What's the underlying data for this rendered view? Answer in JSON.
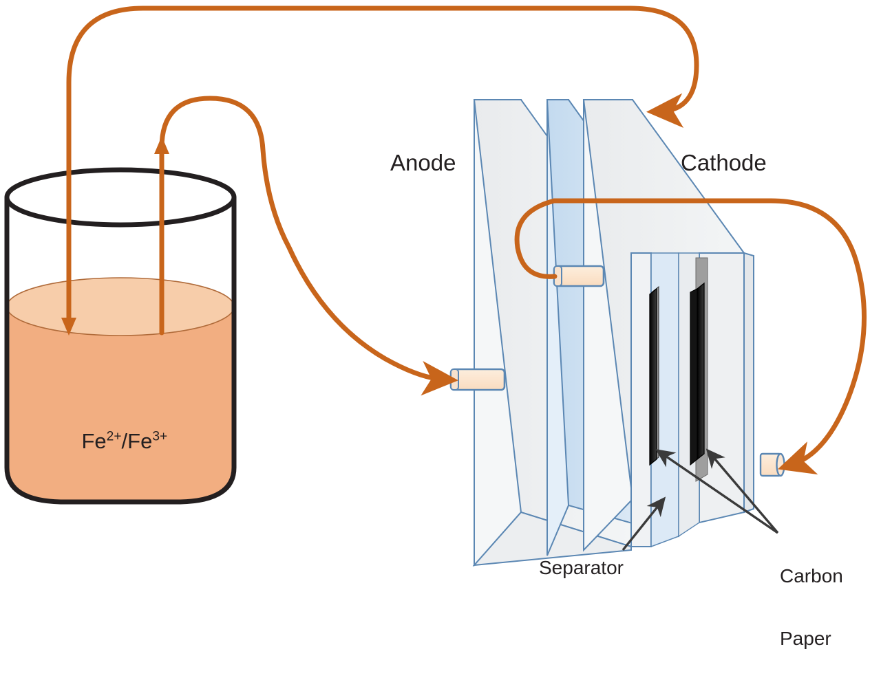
{
  "figure": {
    "title": "Redox flow cell schematic with external electrolyte reservoir",
    "background_color": "#ffffff"
  },
  "labels": {
    "anode": "Anode",
    "cathode": "Cathode",
    "separator": "Separator",
    "carbon_paper_line1": "Carbon",
    "carbon_paper_line2": "Paper",
    "electrolyte_species": "Fe2+/Fe3+",
    "electrolyte_ion_1": "Fe",
    "electrolyte_ion_1_charge": "2+",
    "electrolyte_separator_slash": "/",
    "electrolyte_ion_2": "Fe",
    "electrolyte_ion_2_charge": "3+"
  },
  "colors": {
    "tube_orange": "#c8651b",
    "electrolyte_body": "#f2ae81",
    "electrolyte_surface": "#f7cdaa",
    "beaker_outline": "#231f20",
    "plate_face": "#eceef0",
    "plate_top": "#f2f4f6",
    "plate_edge": "#5b87b3",
    "separator_face": "#cfe0f0",
    "separator_top": "#e2edf8",
    "carbon_paper": "#111111",
    "carbon_paper_gray": "#8d8d8d",
    "port_fill": "#fce5d0",
    "port_edge": "#5b87b3",
    "leader_arrow": "#231f20",
    "text": "#231f20"
  },
  "components": {
    "beaker": {
      "name": "electrolyte-reservoir",
      "shape": "open-top cylinder",
      "fill_level": "approximately 70 percent"
    },
    "cell_stack": {
      "name": "electrochemical-cell-stack",
      "plate_count": 3,
      "plates": [
        {
          "name": "anode-endplate",
          "position": "left",
          "color": "#eceef0"
        },
        {
          "name": "separator-plate",
          "position": "middle",
          "color": "#cfe0f0"
        },
        {
          "name": "cathode-endplate",
          "position": "right",
          "color": "#eceef0"
        }
      ],
      "carbon_paper_layers": 2
    },
    "ports": [
      {
        "name": "anode-inlet-port",
        "location": "anode plate lower left"
      },
      {
        "name": "anode-outlet-port",
        "location": "anode plate upper right"
      },
      {
        "name": "cathode-port",
        "location": "cathode plate lower right"
      }
    ],
    "tubes": [
      {
        "name": "reservoir-return-tube",
        "direction": "reservoir to cathode top"
      },
      {
        "name": "reservoir-supply-tube",
        "direction": "reservoir up to anode inlet"
      },
      {
        "name": "anode-outlet-tube",
        "direction": "anode outlet across to right"
      },
      {
        "name": "cathode-feed-tube",
        "direction": "right arc down to cathode port"
      }
    ]
  }
}
